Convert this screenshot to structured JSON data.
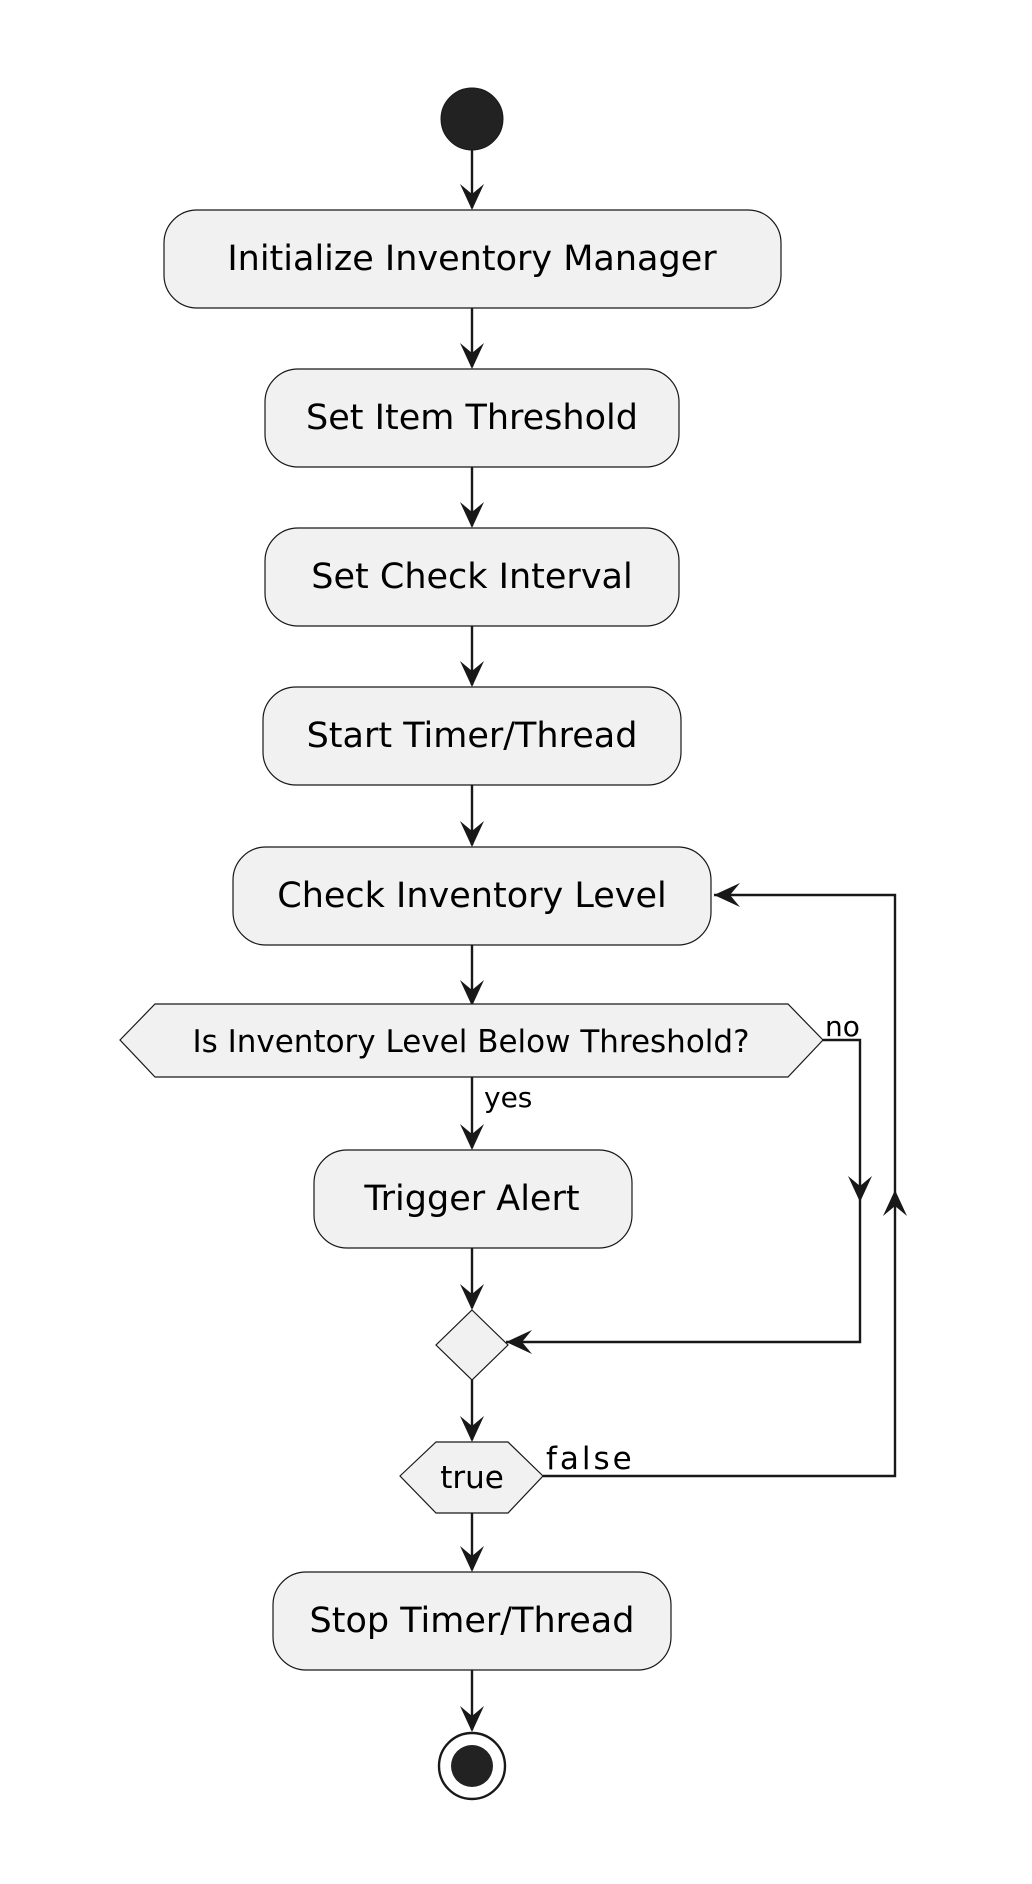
{
  "diagram": {
    "colors": {
      "node_fill": "#f1f1f1",
      "stroke": "#181818",
      "text": "#000000",
      "background": "#ffffff"
    },
    "start_node": "start-circle",
    "end_node": "end-circle",
    "activities": {
      "initialize": "Initialize Inventory Manager",
      "set_threshold": "Set Item Threshold",
      "set_interval": "Set Check Interval",
      "start_timer": "Start Timer/Thread",
      "check_level": "Check Inventory Level",
      "trigger_alert": "Trigger Alert",
      "stop_timer": "Stop Timer/Thread"
    },
    "decisions": {
      "below_threshold": "Is Inventory Level Below Threshold?",
      "loop_condition": "true"
    },
    "edge_labels": {
      "yes": "yes",
      "no": "no",
      "false": "false"
    }
  }
}
